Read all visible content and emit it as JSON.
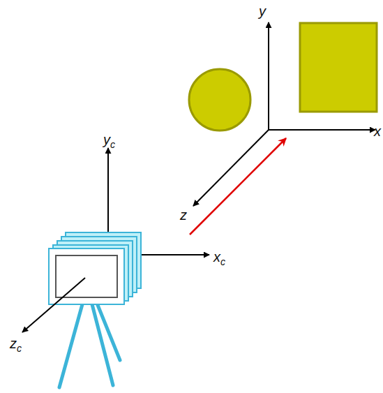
{
  "diagram": {
    "labels": [
      "yc",
      "xc",
      "zc",
      "y",
      "x",
      "z"
    ]
  }
}
